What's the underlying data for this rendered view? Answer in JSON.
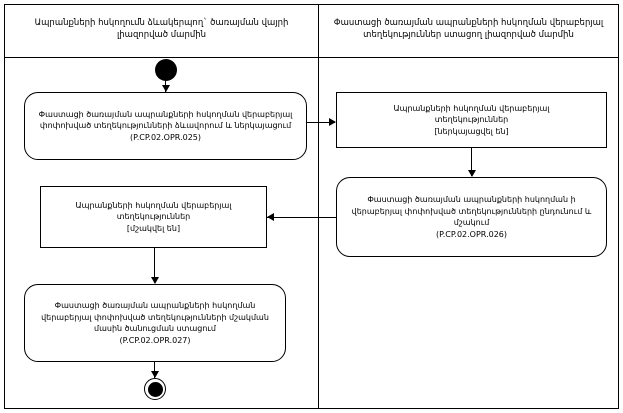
{
  "diagram": {
    "lanes": [
      {
        "id": "left",
        "title": "Ապրանքների հսկողումն ձևակերպող` ծառայման վայրի լիազորված մարմին"
      },
      {
        "id": "right",
        "title": "Փաստացի ծառայման ապրանքների հսկողման վերաբերյալ տեղեկություններ ստացող լիազորված մարմին"
      }
    ],
    "nodes": {
      "start": {
        "name": "start-node"
      },
      "left_activity_1": {
        "label": "Փաստացի ծառայման ապրանքների հսկողման վերաբերյալ փոփոխված տեղեկությունների ձևավորում և ներկայացում\n(P.CP.02.OPR.025)"
      },
      "right_activity_1": {
        "label": "Ապրանքների հսկողման վերաբերյալ\nտեղեկություններ\n[ներկայացվել են]"
      },
      "left_activity_2": {
        "label": "Ապրանքների հսկողման վերաբերյալ\nտեղեկություններ\n[մշակվել են]"
      },
      "right_activity_2": {
        "label": "Փաստացի ծառայման ապրանքների հսկողման ի վերաբերյալ փոփոխված տեղեկությունների ընդունում և մշակում\n(P.CP.02.OPR.026)"
      },
      "left_activity_3": {
        "label": "Փաստացի ծառայման ապրանքների հսկողման վերաբերյալ փոփոխված տեղեկությունների մշակման մասին ծանուցման ստացում\n(P.CP.02.OPR.027)"
      },
      "end": {
        "name": "end-node"
      }
    }
  }
}
